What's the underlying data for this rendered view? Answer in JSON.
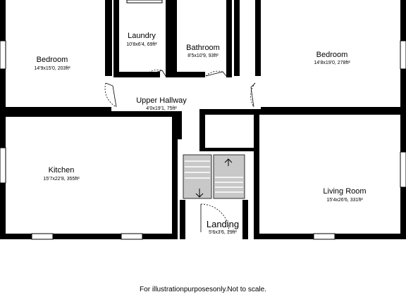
{
  "rooms": {
    "bedroom_left": {
      "name": "Bedroom",
      "dims": "14'9x15'0, 203ft²"
    },
    "laundry": {
      "name": "Laundry",
      "dims": "10'8x6'4, 69ft²"
    },
    "bathroom": {
      "name": "Bathroom",
      "dims": "8'5x10'9, 93ft²"
    },
    "bedroom_right": {
      "name": "Bedroom",
      "dims": "14'8x19'0, 278ft²"
    },
    "upper_hallway": {
      "name": "Upper Hallway",
      "dims": "4'0x19'1, 75ft²"
    },
    "kitchen": {
      "name": "Kitchen",
      "dims": "15'7x22'8, 355ft²"
    },
    "living_room": {
      "name": "Living Room",
      "dims": "15'4x26'6, 331ft²"
    },
    "landing": {
      "name": "Landing",
      "dims": "5'6x3'6, 19ft²"
    }
  },
  "footer": "For illustrationpurposesonly.Not to scale.",
  "colors": {
    "wall": "#000000",
    "stairs": "#c8c8c8",
    "window": "#ffffff"
  },
  "icons": {
    "stair_up": "arrow-up-icon",
    "stair_down": "arrow-down-icon"
  }
}
